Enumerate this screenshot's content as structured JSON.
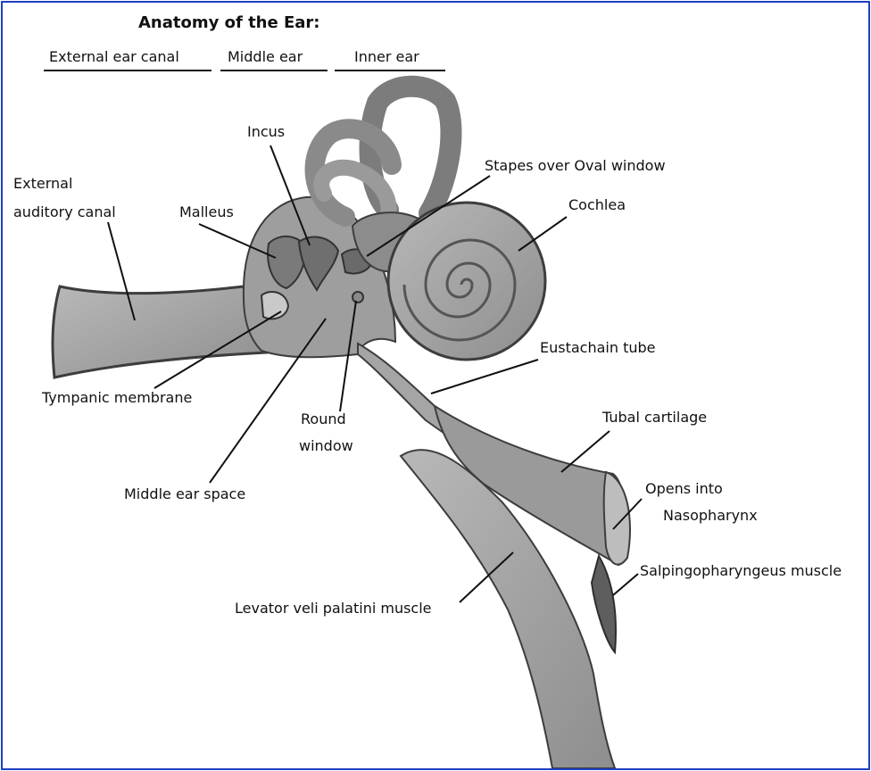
{
  "title": "Anatomy of the Ear:",
  "sections": {
    "external": "External ear canal",
    "middle": "Middle ear",
    "inner": "Inner ear"
  },
  "labels": {
    "external_auditory_canal_1": "External",
    "external_auditory_canal_2": "auditory canal",
    "incus": "Incus",
    "malleus": "Malleus",
    "stapes": "Stapes over Oval window",
    "cochlea": "Cochlea",
    "eustachian": "Eustachain tube",
    "tympanic": "Tympanic membrane",
    "round_window_1": "Round",
    "round_window_2": "window",
    "tubal_cartilage": "Tubal cartilage",
    "opens_into_1": "Opens into",
    "opens_into_2": "Nasopharynx",
    "middle_ear_space": "Middle ear space",
    "salpingo": "Salpingopharyngeus muscle",
    "levator": "Levator veli palatini muscle"
  },
  "colors": {
    "frame": "#1f3fbf",
    "tissue": "#a9a9a9",
    "tissue_dark": "#7c7c7c",
    "outline": "#3d3d3d"
  }
}
